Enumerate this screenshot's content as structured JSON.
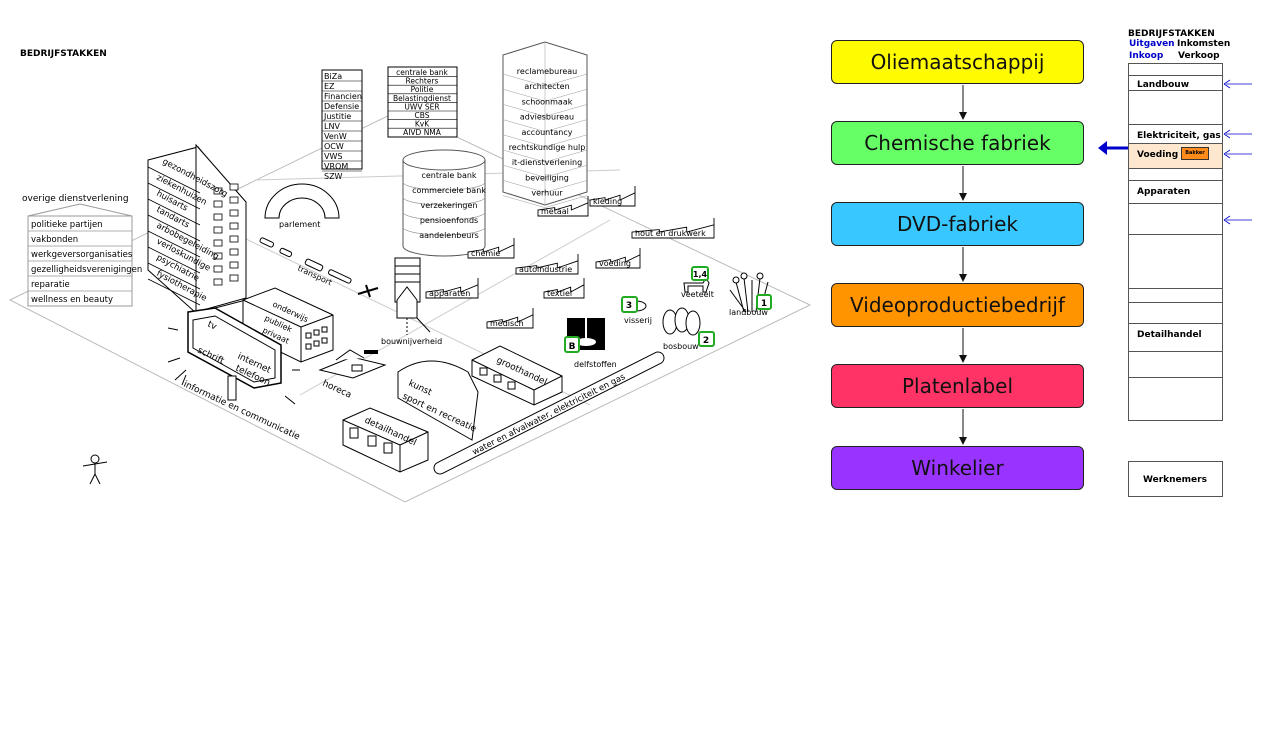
{
  "scene": {
    "title": "BEDRIJFSTAKKEN",
    "overheid_list": [
      "BiZa",
      "EZ",
      "Financien",
      "Defensie",
      "Justitie",
      "LNV",
      "VenW",
      "OCW",
      "VWS",
      "VROM",
      "SZW"
    ],
    "instituties_list": [
      "centrale bank",
      "Rechters",
      "Politie",
      "Belastingdienst",
      "UWV SER",
      "CBS",
      "KvK",
      "AIVD NMA"
    ],
    "zakelijk_list": [
      "reclamebureau",
      "architecten",
      "schoonmaak",
      "adviesbureau",
      "accountancy",
      "rechtskundige hulp",
      "it-dienstverlening",
      "beveiliging",
      "verhuur"
    ],
    "finance_list": [
      "centrale bank",
      "commerciele bank",
      "verzekeringen",
      "pensioenfonds",
      "aandelenbeurs"
    ],
    "zorg_list": [
      "gezondheidszorg",
      "ziekenhuizen",
      "huisarts",
      "tandarts",
      "arbobegeleiding",
      "verloskundige",
      "psychiatrie",
      "fysiotherapie"
    ],
    "overige_title": "overige dienstverlening",
    "overige_list": [
      "politieke partijen",
      "vakbonden",
      "werkgeversorganisaties",
      "gezelligheidsverenigingen",
      "reparatie",
      "wellness en beauty"
    ],
    "parlement": "parlement",
    "transport": "transport",
    "bouwnijverheid": "bouwnijverheid",
    "onderwijs": "onderwijs",
    "publiek": "publiek",
    "privaat": "privaat",
    "tv": "tv",
    "schrift": "schrift",
    "internet": "internet",
    "telefoon": "telefoon",
    "ict": "informatie en communicatie",
    "horeca": "horeca",
    "kunst": "kunst",
    "sport": "sport en recreatie",
    "detailhandel": "detailhandel",
    "groothandel": "groothandel",
    "nutsleiding": "water en afvalwater, elektriciteit en gas",
    "delfstoffen": "delfstoffen",
    "badge_b": "B",
    "industrie": {
      "chemie": "chemie",
      "metaal": "metaal",
      "kleding": "kleding",
      "hout": "hout en drukwerk",
      "autoindustrie": "autoindustrie",
      "voeding": "voeding",
      "textiel": "textiel",
      "apparaten": "apparaten",
      "medisch": "medisch"
    },
    "veeteelt": "veeteelt",
    "badge_veeteelt": "1,4",
    "landbouw": "landbouw",
    "badge_landbouw": "1",
    "visserij": "visserij",
    "badge_visserij": "3",
    "bosbouw": "bosbouw",
    "badge_bosbouw": "2"
  },
  "flow": {
    "boxes": [
      {
        "label": "Oliemaatschappij",
        "color": "#fffb00"
      },
      {
        "label": "Chemische fabriek",
        "color": "#66ff66"
      },
      {
        "label": "DVD-fabriek",
        "color": "#38c8ff"
      },
      {
        "label": "Videoproductiebedrijf",
        "color": "#ff9400"
      },
      {
        "label": "Platenlabel",
        "color": "#ff3366"
      },
      {
        "label": "Winkelier",
        "color": "#9933ff"
      }
    ]
  },
  "right_panel": {
    "title": "BEDRIJFSTAKKEN",
    "uitgaven": "Uitgaven",
    "inkomsten": "Inkomsten",
    "inkoop": "Inkoop",
    "verkoop": "Verkoop",
    "accent_color": "#0000cc",
    "rows": [
      "",
      "Landbouw",
      "",
      "Elektriciteit, gas",
      "Voeding",
      "",
      "Apparaten",
      "",
      "",
      "",
      "",
      "Detailhandel",
      "",
      ""
    ],
    "bakker_badge": "Bakker",
    "werknemers": "Werknemers"
  }
}
